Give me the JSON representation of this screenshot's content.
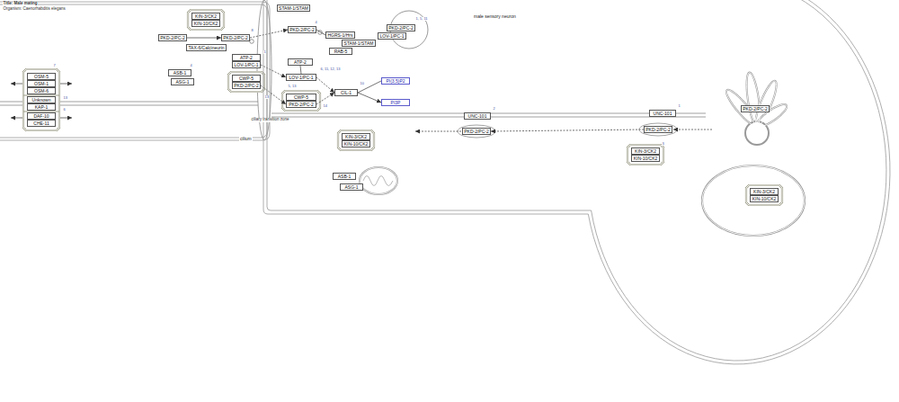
{
  "diagram": {
    "title": "Title: Male mating",
    "nodes": [
      {
        "text": [
          "cilium"
        ]
      },
      {
        "text": [
          "male sensory neuron"
        ]
      },
      {
        "text": [
          "KIN-3/CK2"
        ],
        "in": 0
      },
      {
        "text": [
          "KIN-10/CK2"
        ],
        "in": 0
      },
      {
        "text": [
          "PKD-2/PC-2"
        ],
        "in": 0
      },
      {
        "text": [
          "PKD-2/PC-2"
        ],
        "in": 0
      },
      {
        "text": [
          "TAX-6/Calcineurin"
        ],
        "in": 0
      },
      {
        "text": [
          "ATP-2"
        ],
        "in": 0
      },
      {
        "text": [
          "LOV-1/PC-1"
        ],
        "in": 0
      },
      {
        "text": [
          "ASB-1"
        ],
        "in": 0
      },
      {
        "text": [
          "ASG-1"
        ],
        "in": 0
      },
      {
        "text": [
          "CWP-5"
        ],
        "in": 0
      },
      {
        "text": [
          "PKD-2/PC-2"
        ],
        "in": 0
      },
      {
        "text": [
          "OSM-5"
        ],
        "in": 0
      },
      {
        "text": [
          "OSM-1"
        ],
        "in": 0
      },
      {
        "text": [
          "OSM-6"
        ],
        "in": 0
      },
      {
        "text": [
          "Unknown"
        ],
        "in": 0
      },
      {
        "text": [
          "KAP-1"
        ],
        "in": 0
      },
      {
        "text": [
          "DAF-10"
        ],
        "in": 0
      },
      {
        "text": [
          "CHE-11"
        ],
        "in": 0
      },
      {
        "text": [
          "STAM-1/STAM"
        ],
        "in": 1
      },
      {
        "text": [
          "PKD-2/PC-2"
        ],
        "in": 1
      },
      {
        "text": [
          "HGRS-1/Hrs"
        ],
        "in": 1
      },
      {
        "text": [
          "STAM-1/STAM"
        ],
        "in": 1
      },
      {
        "text": [
          "RAB-5"
        ],
        "in": 1
      },
      {
        "text": [
          "PKD-2/PC-2"
        ],
        "in": 1
      },
      {
        "text": [
          "LOV-1/PC-1"
        ],
        "in": 1
      },
      {
        "text": [
          "ATP-2"
        ],
        "in": 1
      },
      {
        "text": [
          "LOV-1/PC-1"
        ],
        "in": 1
      },
      {
        "text": [
          "CWP-5"
        ],
        "in": 1
      },
      {
        "text": [
          "PKD-2/PC-2"
        ],
        "in": 1
      },
      {
        "text": [
          "CIL-1"
        ],
        "in": 1
      },
      {
        "text": [
          "PI(3,5)P2"
        ],
        "in": 1
      },
      {
        "text": [
          "PI3P"
        ],
        "in": 1
      },
      {
        "text": [
          "UNC-101"
        ],
        "in": 1
      },
      {
        "text": [
          "PKD-2/PC-2"
        ],
        "in": 1
      },
      {
        "text": [
          "UNC-101"
        ],
        "in": 1
      },
      {
        "text": [
          "PKD-2/PC-2"
        ],
        "in": 1
      },
      {
        "text": [
          "KIN-3/CK2"
        ],
        "in": 1
      },
      {
        "text": [
          "KIN-10/CK2"
        ],
        "in": 1
      },
      {
        "text": [
          "KIN-3/CK2"
        ],
        "in": 1
      },
      {
        "text": [
          "KIN-10/CK2"
        ],
        "in": 1
      },
      {
        "text": [
          "PKD-2/PC-2"
        ],
        "in": 1
      },
      {
        "text": [
          "KIN-3/CK2"
        ],
        "in": 1
      },
      {
        "text": [
          "KIN-10/CK2"
        ],
        "in": 1
      },
      {
        "text": [
          "ASB-1"
        ],
        "in": 1
      },
      {
        "text": [
          "ASG-1"
        ],
        "in": 1
      }
    ],
    "edges": [
      {
        "from": 4,
        "to": 5,
        "arrow": "to"
      },
      {
        "from": 5,
        "to": 21,
        "arrow": "to"
      },
      {
        "from": 8,
        "to": 28,
        "arrow": "to"
      },
      {
        "from": 12,
        "to": 30,
        "arrow": "to"
      },
      {
        "from": 27,
        "to": 28,
        "arrow": "none"
      },
      {
        "from": 28,
        "to": 31,
        "arrow": "to"
      },
      {
        "from": 30,
        "to": 31,
        "arrow": "to"
      },
      {
        "from": 31,
        "to": 32,
        "arrow": "none"
      },
      {
        "from": 31,
        "to": 33,
        "arrow": "to"
      },
      {
        "from": 21,
        "to": 22,
        "arrow": "none"
      },
      {
        "from": 37,
        "to": 35,
        "arrow": "to"
      }
    ],
    "labels": [
      "Organism: Caenorhabditis elegans",
      "ciliary transition zone",
      "8",
      "4",
      "1, 5, 11",
      "1",
      "4",
      "6, 11, 12, 13",
      "5, 13",
      "14",
      "13",
      "10",
      "2",
      "1",
      "7",
      "13",
      "6",
      "3"
    ]
  }
}
